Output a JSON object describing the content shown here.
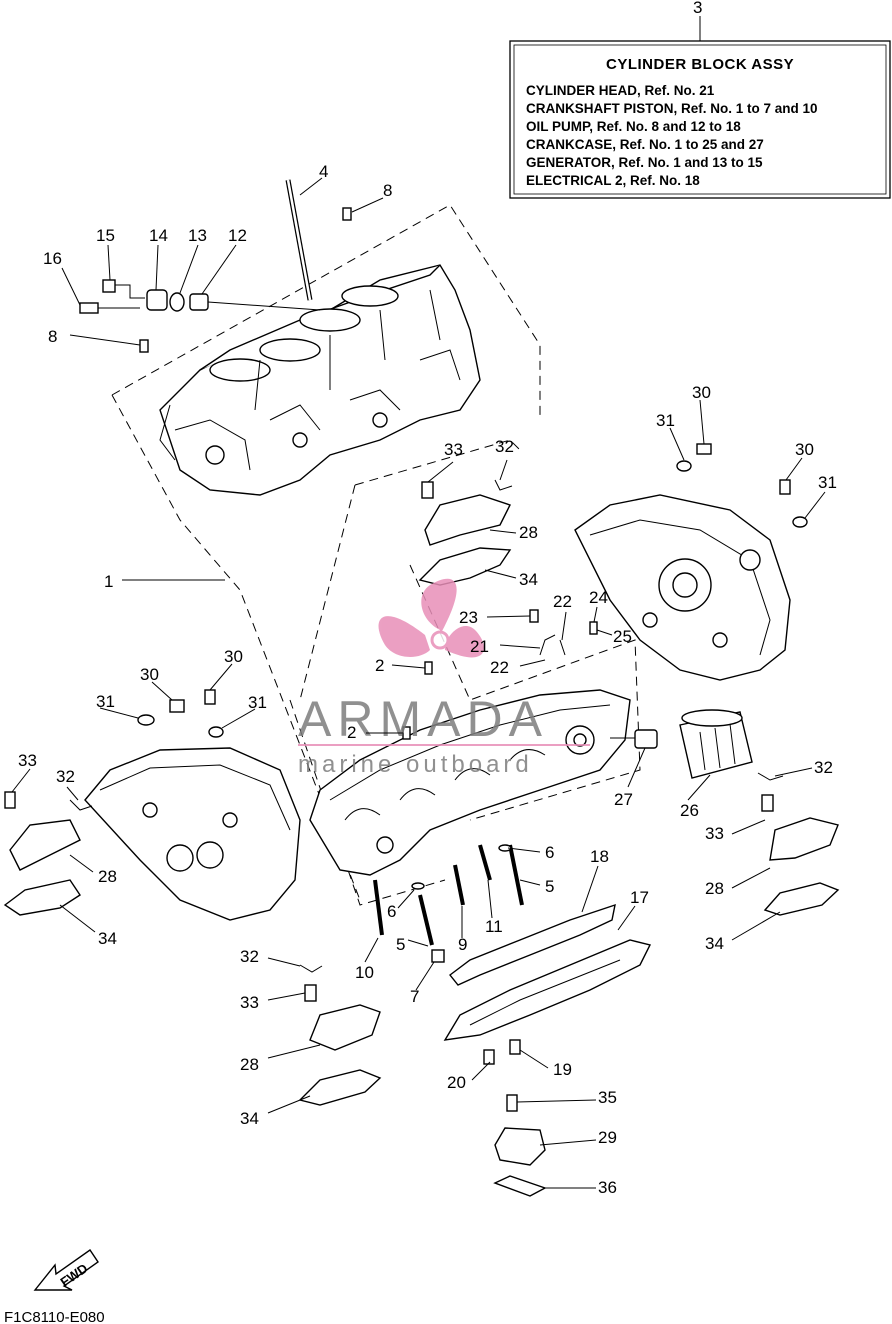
{
  "callout_box": {
    "ref": "3",
    "title": "CYLINDER BLOCK ASSY",
    "lines": [
      "CYLINDER HEAD, Ref. No. 21",
      "CRANKSHAFT PISTON,  Ref. No. 1 to 7 and 10",
      "OIL PUMP, Ref. No. 8 and 12 to 18",
      "CRANKCASE,  Ref. No. 1 to 25 and 27",
      "GENERATOR,  Ref. No. 1 and 13 to 15",
      "ELECTRICAL 2, Ref. No. 18"
    ]
  },
  "part_labels": {
    "p1": "1",
    "p2a": "2",
    "p2b": "2",
    "p4": "4",
    "p5a": "5",
    "p5b": "5",
    "p6a": "6",
    "p6b": "6",
    "p7": "7",
    "p8a": "8",
    "p8b": "8",
    "p9": "9",
    "p10": "10",
    "p11": "11",
    "p12": "12",
    "p13": "13",
    "p14": "14",
    "p15": "15",
    "p16": "16",
    "p17": "17",
    "p18": "18",
    "p19": "19",
    "p20": "20",
    "p21": "21",
    "p22a": "22",
    "p22b": "22",
    "p23": "23",
    "p24": "24",
    "p25": "25",
    "p26": "26",
    "p27": "27",
    "p28a": "28",
    "p28b": "28",
    "p28c": "28",
    "p28d": "28",
    "p29": "29",
    "p30a": "30",
    "p30b": "30",
    "p30c": "30",
    "p31a": "31",
    "p31b": "31",
    "p31c": "31",
    "p31d": "31",
    "p32a": "32",
    "p32b": "32",
    "p32c": "32",
    "p32d": "32",
    "p33a": "33",
    "p33b": "33",
    "p33c": "33",
    "p33d": "33",
    "p34a": "34",
    "p34b": "34",
    "p34c": "34",
    "p34d": "34",
    "p35": "35",
    "p36": "36"
  },
  "fwd_label": "FWD",
  "diagram_code": "F1C8110-E080",
  "watermark": {
    "brand": "ARMADA",
    "tagline": "marine outboard",
    "color_accent": "#e88fb8"
  }
}
